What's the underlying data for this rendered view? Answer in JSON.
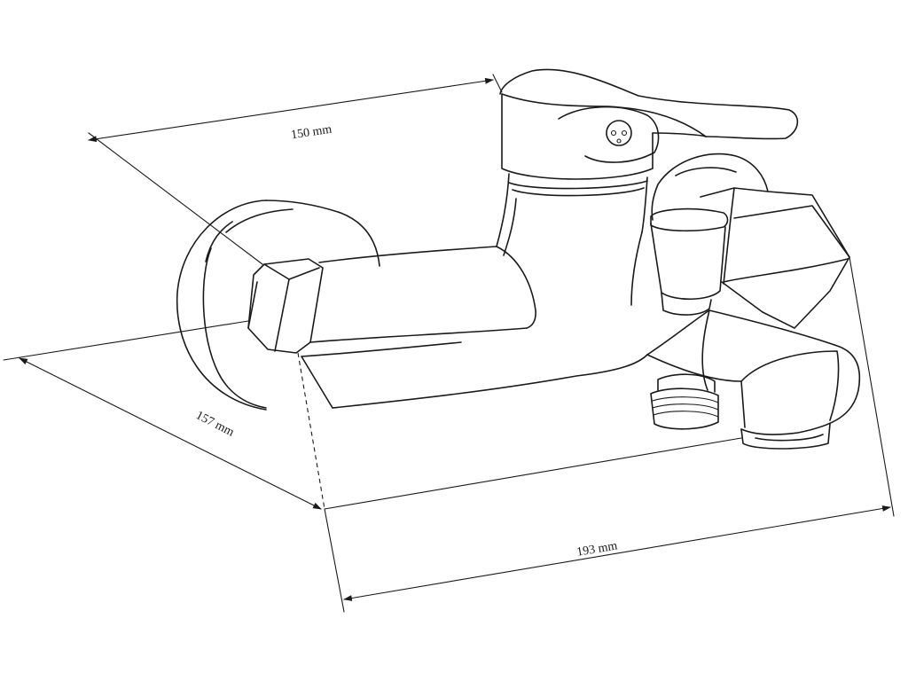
{
  "dimensions": {
    "depth": "150 mm",
    "width": "157 mm",
    "length": "193 mm"
  }
}
